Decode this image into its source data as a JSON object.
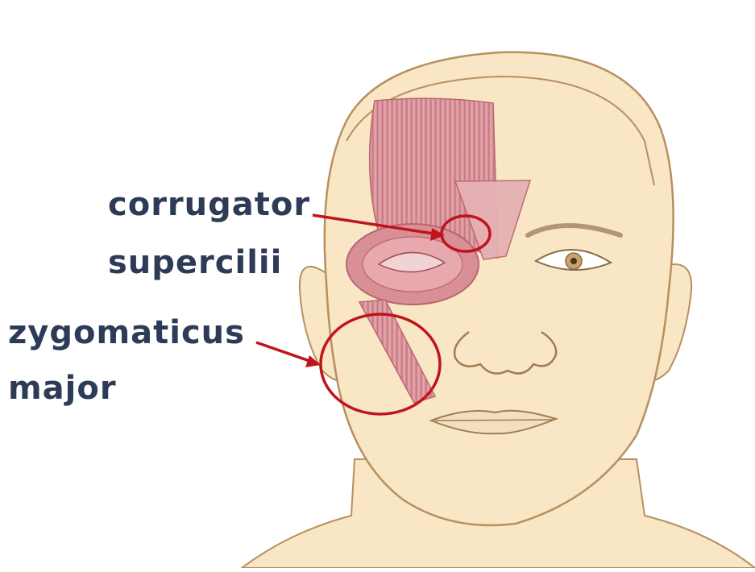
{
  "labels": {
    "corrugator": [
      "corrugator",
      "supercilii"
    ],
    "zygomaticus": [
      "zygomaticus",
      "major"
    ]
  },
  "colors": {
    "label_text": "#2e3b57",
    "annotation": "#c0141c",
    "skin": "#f8e6c4",
    "outline": "#b88f5f",
    "muscle": "#d98f96",
    "muscle_dark": "#b9666f"
  },
  "illustration": {
    "subject": "front view of a face with facial muscles shown on its right side",
    "icons": [
      "face-outline",
      "muscle-overlay",
      "eye-icon",
      "nose-icon",
      "mouth-icon",
      "ear-icon"
    ]
  }
}
